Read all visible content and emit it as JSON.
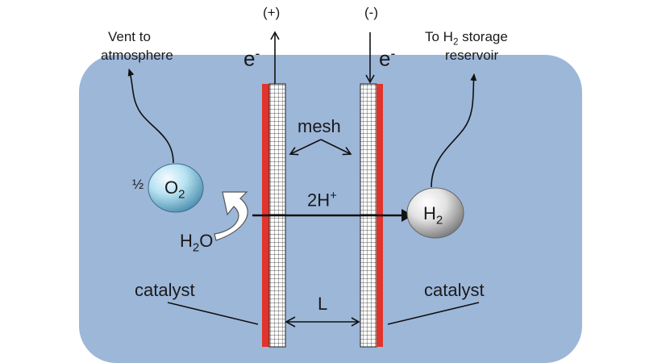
{
  "electrode": {
    "anode_terminal": "(+)",
    "cathode_terminal": "(-)",
    "electron_left": "e",
    "electron_right": "e",
    "electron_sign": "-"
  },
  "vent": {
    "line1": "Vent to",
    "line2": "atmosphere"
  },
  "storage": {
    "prefix": "To H",
    "subscript": "2",
    "suffix": " storage",
    "line2": "reservoir"
  },
  "mesh_label": "mesh",
  "proton": {
    "coef": "2H",
    "charge": "+"
  },
  "oxygen": {
    "half": "½",
    "symbol": "O",
    "subscript": "2"
  },
  "hydrogen": {
    "symbol": "H",
    "subscript": "2"
  },
  "water": {
    "h": "H",
    "subscript": "2",
    "o": "O"
  },
  "catalyst_left": "catalyst",
  "catalyst_right": "catalyst",
  "gap_label": "L",
  "colors": {
    "background_panel": "#9db7d9",
    "membrane_red": "#e0342c",
    "arrow": "#111111",
    "oxygen_bubble": "#a9dcef",
    "hydrogen_bubble": "#e8e8e8"
  }
}
